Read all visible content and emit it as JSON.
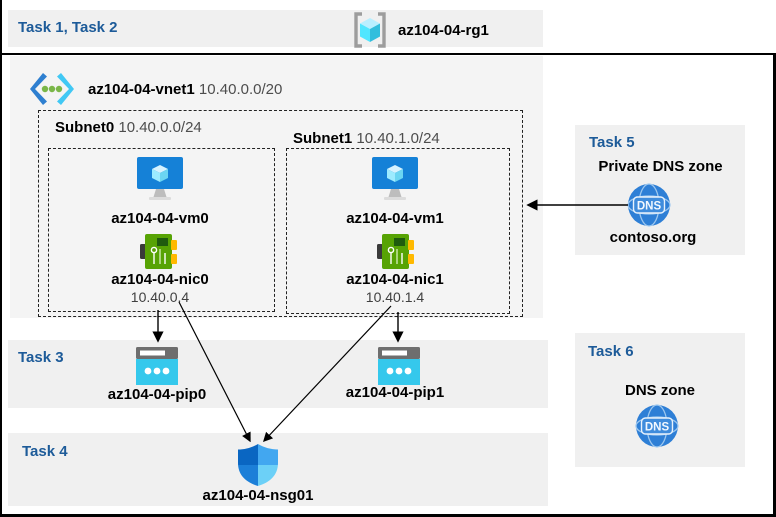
{
  "header": {
    "tasks_label": "Task 1, Task 2",
    "resource_group": "az104-04-rg1"
  },
  "vnet": {
    "name": "az104-04-vnet1",
    "cidr": "10.40.0.0/20",
    "subnets": [
      {
        "name": "Subnet0",
        "cidr": "10.40.0.0/24",
        "vm": "az104-04-vm0",
        "nic": "az104-04-nic0",
        "ip": "10.40.0.4"
      },
      {
        "name": "Subnet1",
        "cidr": "10.40.1.0/24",
        "vm": "az104-04-vm1",
        "nic": "az104-04-nic1",
        "ip": "10.40.1.4"
      }
    ]
  },
  "task3": {
    "label": "Task 3",
    "pip0": "az104-04-pip0",
    "pip1": "az104-04-pip1"
  },
  "task4": {
    "label": "Task 4",
    "nsg": "az104-04-nsg01"
  },
  "task5": {
    "label": "Task 5",
    "title": "Private DNS zone",
    "zone": "contoso.org",
    "icon_text": "DNS"
  },
  "task6": {
    "label": "Task 6",
    "title": "DNS zone",
    "icon_text": "DNS"
  },
  "colors": {
    "task_heading": "#1d5b99",
    "band_bg": "#f0f0f0",
    "vnet_bg": "#f4f4f4",
    "arrow": "#000000",
    "vm_blue": "#1581d7",
    "nic_green": "#57a304",
    "pip_cyan": "#35c8ec",
    "dns_blue": "#2e7fd6"
  }
}
